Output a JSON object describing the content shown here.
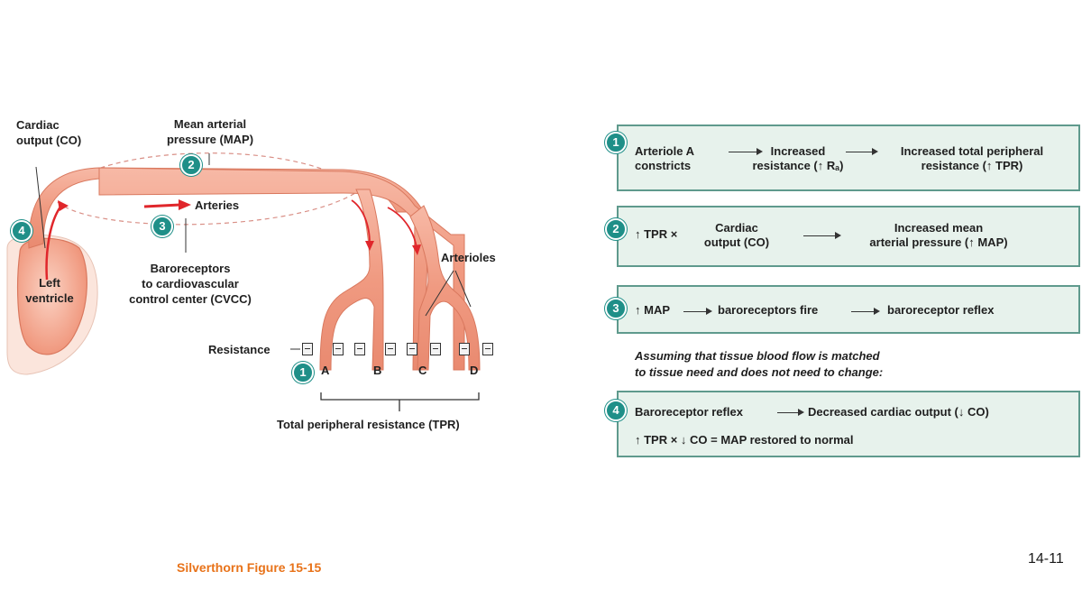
{
  "left_diagram": {
    "cardiac_output_label": [
      "Cardiac",
      "output (CO)"
    ],
    "map_label": [
      "Mean arterial",
      "pressure (MAP)"
    ],
    "arteries_label": "Arteries",
    "baroreceptors_label": [
      "Baroreceptors",
      "to cardiovascular",
      "control center (CVCC)"
    ],
    "ventricle_label": [
      "Left",
      "ventricle"
    ],
    "arterioles_label": "Arterioles",
    "resistance_label": "Resistance",
    "branch_letters": [
      "A",
      "B",
      "C",
      "D"
    ],
    "tpr_label": "Total peripheral resistance (TPR)",
    "badges": [
      "1",
      "2",
      "3",
      "4"
    ]
  },
  "steps": [
    {
      "num": "1",
      "col1": [
        "Arteriole A",
        "constricts"
      ],
      "col2": [
        "Increased",
        "resistance (↑ Rₐ)"
      ],
      "col3": [
        "Increased total peripheral",
        "resistance (↑ TPR)"
      ]
    },
    {
      "num": "2",
      "prefix": "↑ TPR ×",
      "col2": [
        "Cardiac",
        "output (CO)"
      ],
      "col3": [
        "Increased mean",
        "arterial pressure (↑ MAP)"
      ]
    },
    {
      "num": "3",
      "part1": "↑ MAP",
      "part2": "baroreceptors fire",
      "part3": "baroreceptor reflex"
    },
    {
      "num": "4",
      "line1_a": "Baroreceptor reflex",
      "line1_b": "Decreased cardiac output (↓ CO)",
      "line2": "↑ TPR × ↓ CO = MAP restored to normal"
    }
  ],
  "assumption": [
    "Assuming that tissue blood flow is matched",
    "to tissue need and does not need to change:"
  ],
  "footer": {
    "source": "Silverthorn Figure 15-15",
    "slide_number": "14-11"
  },
  "colors": {
    "vessel": "#f0a089",
    "vessel_dark": "#e07a63",
    "badge": "#1f8f88",
    "box_bg": "#e7f2ec",
    "box_border": "#5f9a8d",
    "source_text": "#e8731a",
    "flow_arrow": "#e0262b"
  }
}
